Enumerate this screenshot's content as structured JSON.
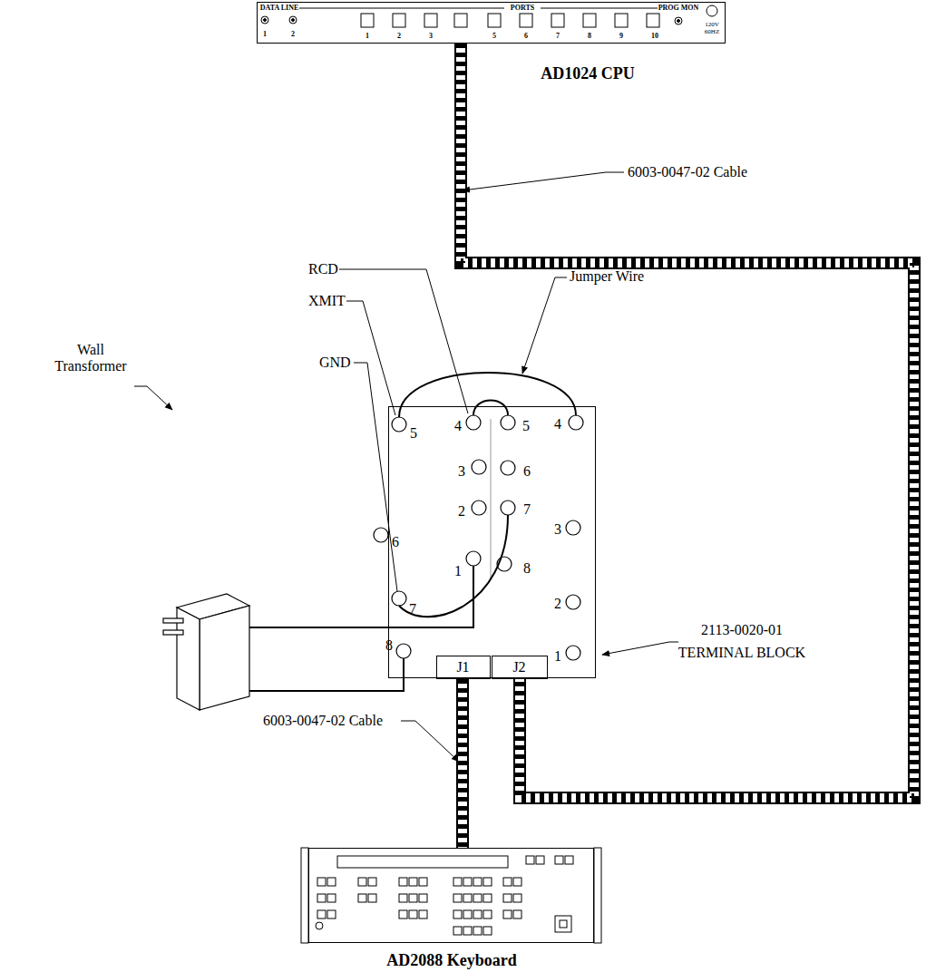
{
  "diagram": {
    "nodes": [
      {
        "text": [
          "AD1024 CPU"
        ]
      },
      {
        "text": [
          "2113-0020-01 TERMINAL BLOCK"
        ]
      },
      {
        "text": [
          "J1"
        ],
        "in": 1
      },
      {
        "text": [
          "J2"
        ],
        "in": 1
      },
      {
        "text": [
          "AD2088 Keyboard"
        ]
      }
    ],
    "edges": [
      {
        "from": 0,
        "to": 3,
        "arrow": "none"
      },
      {
        "from": 2,
        "to": 4,
        "arrow": "none"
      }
    ],
    "labels": [
      "DATA LINE",
      "1",
      "2",
      "PORTS",
      "1",
      "2",
      "3",
      "5",
      "6",
      "7",
      "8",
      "9",
      "10",
      "PROG MON",
      "120V 60HZ",
      "6003-0047-02 Cable",
      "RCD",
      "Jumper Wire",
      "XMIT",
      "Wall Transformer",
      "GND",
      "5",
      "4",
      "5",
      "4",
      "3",
      "6",
      "6",
      "3",
      "2",
      "7",
      "7",
      "2",
      "1",
      "8",
      "8",
      "1",
      "6003-0047-02 Cable"
    ]
  }
}
